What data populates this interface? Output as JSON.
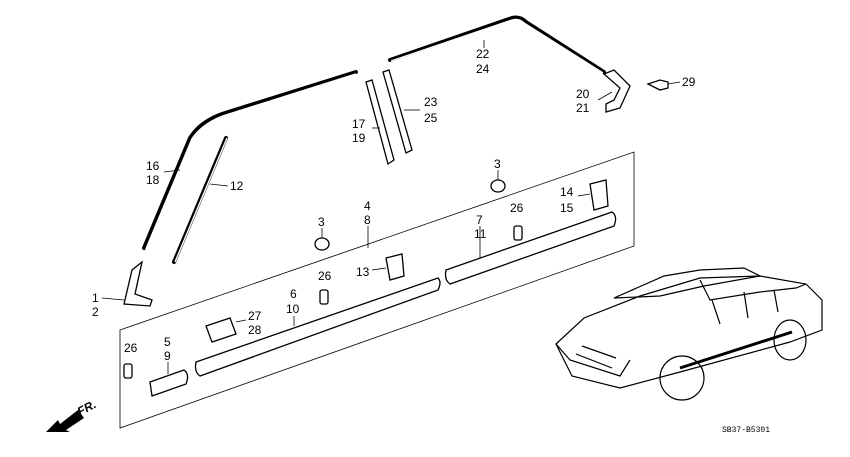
{
  "diagram": {
    "callouts": {
      "c1": "1",
      "c2": "2",
      "c3a": "3",
      "c3b": "3",
      "c4": "4",
      "c8": "8",
      "c5": "5",
      "c9": "9",
      "c6": "6",
      "c10": "10",
      "c7": "7",
      "c11": "11",
      "c12": "12",
      "c13": "13",
      "c14": "14",
      "c15": "15",
      "c16": "16",
      "c18": "18",
      "c17": "17",
      "c19": "19",
      "c20": "20",
      "c21": "21",
      "c22": "22",
      "c24": "24",
      "c23": "23",
      "c25": "25",
      "c26a": "26",
      "c26b": "26",
      "c26c": "26",
      "c27": "27",
      "c28": "28",
      "c29": "29"
    },
    "front_label": "FR.",
    "diagram_code": "SB37-B5301"
  }
}
